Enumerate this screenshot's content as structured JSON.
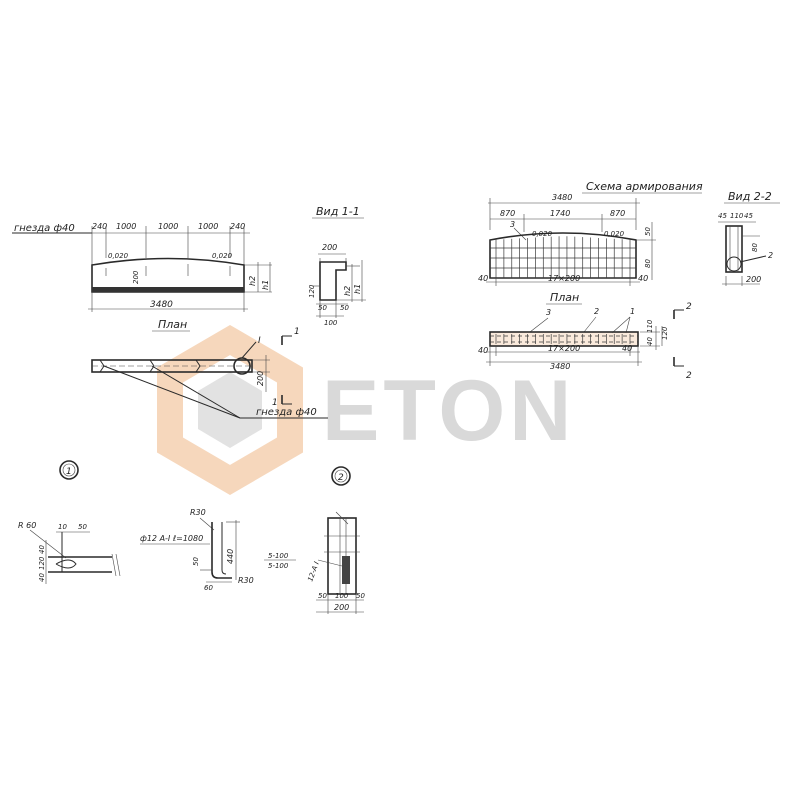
{
  "watermark": {
    "text": "ETON",
    "color_orange": "#f3c9a6",
    "color_gray": "#d6d6d6"
  },
  "facade": {
    "label_socket": "гнезда ф40",
    "dims_top": [
      "240",
      "1000",
      "1000",
      "1000",
      "240"
    ],
    "slope_left": "0,020",
    "slope_right": "0,020",
    "dim_200": "200",
    "h2": "h2",
    "h1": "h1",
    "total": "3480"
  },
  "plan": {
    "title": "План",
    "section_mark": "1",
    "node_mark": "I",
    "width": "200",
    "label_socket": "гнезда ф40"
  },
  "view11": {
    "title": "Вид 1-1",
    "dim_200": "200",
    "h2": "h2",
    "h1": "h1",
    "d120": "120",
    "d50a": "50",
    "d50b": "50",
    "d100": "100"
  },
  "scheme": {
    "title": "Схема армирования",
    "total_top": "3480",
    "d870a": "870",
    "d1740": "1740",
    "d870b": "870",
    "pos3": "3",
    "slope": "0,020",
    "slope2": "0,020",
    "d50": "50",
    "d80": "80",
    "d40a": "40",
    "mid": "17×200",
    "d40b": "40"
  },
  "view22": {
    "title": "Вид 2-2",
    "d45a": "45",
    "d110": "110",
    "d45b": "45",
    "d80": "80",
    "pos2": "2",
    "d200": "200"
  },
  "plan2": {
    "title": "План",
    "pos3": "3",
    "pos2": "2",
    "pos1": "1",
    "d40a": "40",
    "mid": "17×200",
    "d40b": "40",
    "total": "3480",
    "d110": "110",
    "d40c": "40",
    "d120": "120",
    "sec": "2"
  },
  "node1": {
    "circle": "1",
    "r60": "R 60",
    "d10": "10",
    "d50": "50",
    "d40": "40",
    "d120": "120",
    "d40b": "40"
  },
  "node1b": {
    "r30a": "R30",
    "bar": "ф12 А-I ℓ=1080",
    "d440": "440",
    "d50": "50",
    "d60": "60",
    "r30b": "R30"
  },
  "node2": {
    "circle": "2",
    "stir_a": "5-100",
    "stir_b": "5-100",
    "side": "12-А I",
    "d50a": "50",
    "d100": "100",
    "d50b": "50",
    "d200": "200"
  }
}
